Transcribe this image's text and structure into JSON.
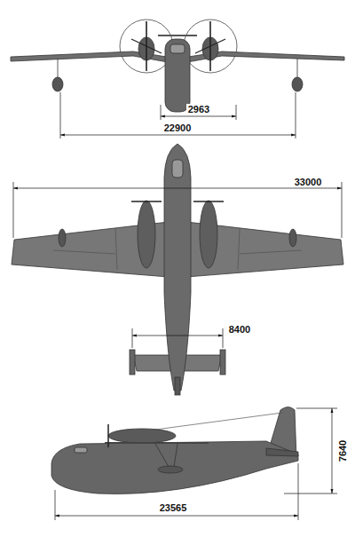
{
  "diagram": {
    "labels": [
      "2963",
      "22900",
      "33000",
      "8400",
      "7640",
      "23565"
    ]
  }
}
